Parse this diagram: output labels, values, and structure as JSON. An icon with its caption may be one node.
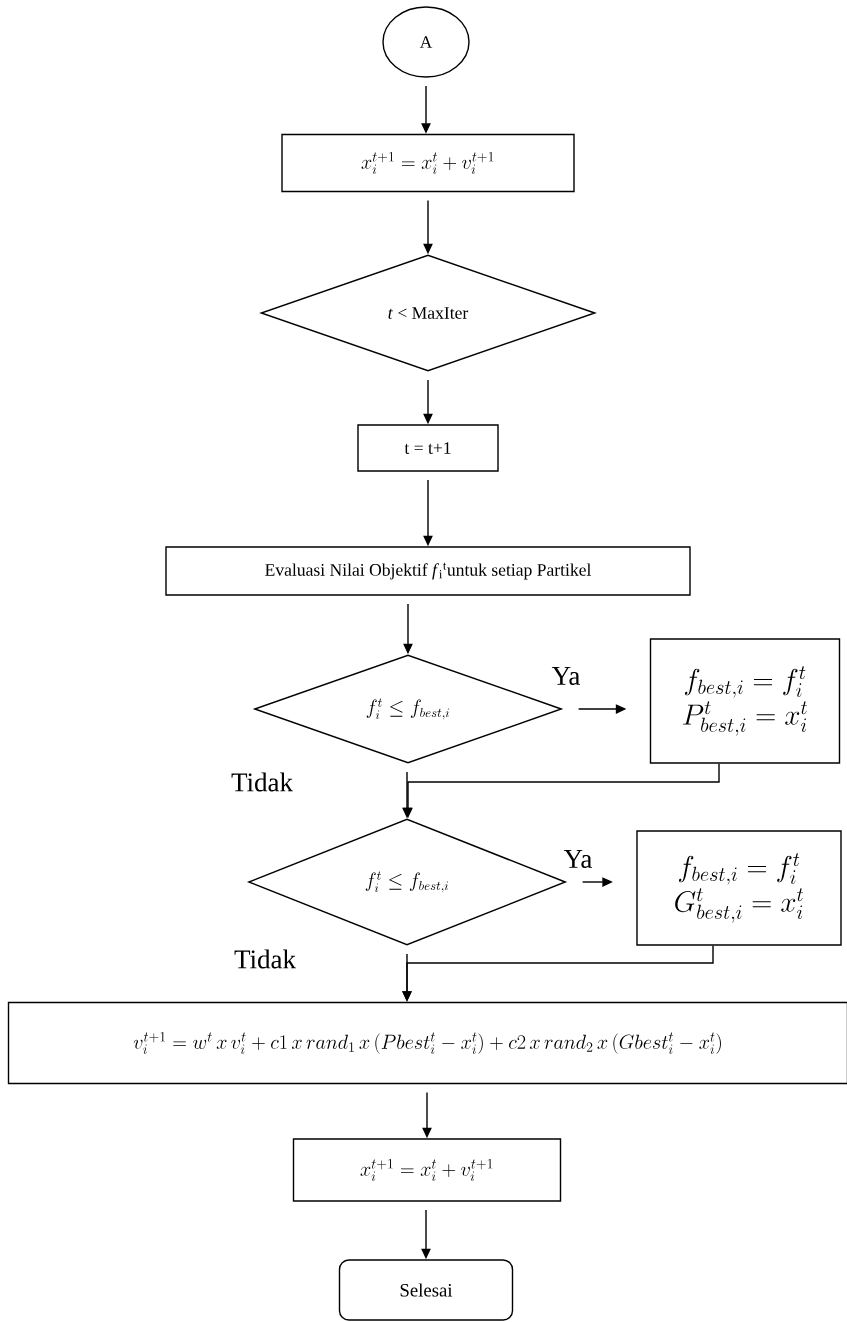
{
  "diagram": {
    "nodes": [
      {
        "text": [
          "A"
        ]
      },
      {
        "text": [
          "x_i^{t+1} = x_i^t + v_i^{t+1}"
        ]
      },
      {
        "text": [
          "*t* < MaxIter"
        ]
      },
      {
        "text": [
          "t = t+1"
        ]
      },
      {
        "text": [
          "Evaluasi Nilai Objektif *f*$_{i}$$^{t}$untuk setiap Partikel"
        ]
      },
      {
        "text": [
          "f_i^t \\leq f_{best,i}"
        ]
      },
      {
        "text": [
          "f_{best,i} = f_i^t",
          "P_{best,i}^t = x_i^t"
        ]
      },
      {
        "text": [
          "f_i^t \\leq f_{best,i}"
        ]
      },
      {
        "text": [
          "f_{best,i} = f_i^t",
          "G_{best,i}^t = x_i^t"
        ]
      },
      {
        "text": [
          "v_i^{t+1} = w^t\\, x\\, v_i^t + c1\\, x\\, rand_1\\, x\\, (Pbest_i^t - x_i^t) + c2\\, x\\, rand_2\\, x\\, (Gbest_i^t - x_i^t)"
        ]
      },
      {
        "text": [
          "x_i^{t+1} = x_i^t + v_i^{t+1}"
        ]
      },
      {
        "text": [
          "Selesai"
        ]
      }
    ],
    "edges": [
      {
        "from": 0,
        "to": 1,
        "arrow": "to"
      },
      {
        "from": 1,
        "to": 2,
        "arrow": "to"
      },
      {
        "from": 2,
        "to": 3,
        "arrow": "to"
      },
      {
        "from": 3,
        "to": 4,
        "arrow": "to"
      },
      {
        "from": 4,
        "to": 5,
        "arrow": "to"
      },
      {
        "from": 5,
        "to": 6,
        "arrow": "to",
        "label": "Ya"
      },
      {
        "from": 5,
        "to": 7,
        "arrow": "to",
        "label": "Tidak"
      },
      {
        "from": 6,
        "to": 7,
        "arrow": "to"
      },
      {
        "from": 7,
        "to": 8,
        "arrow": "to",
        "label": "Ya"
      },
      {
        "from": 7,
        "to": 9,
        "arrow": "to",
        "label": "Tidak"
      },
      {
        "from": 8,
        "to": 9,
        "arrow": "to"
      },
      {
        "from": 9,
        "to": 10,
        "arrow": "to"
      },
      {
        "from": 10,
        "to": 11,
        "arrow": "to"
      }
    ]
  }
}
